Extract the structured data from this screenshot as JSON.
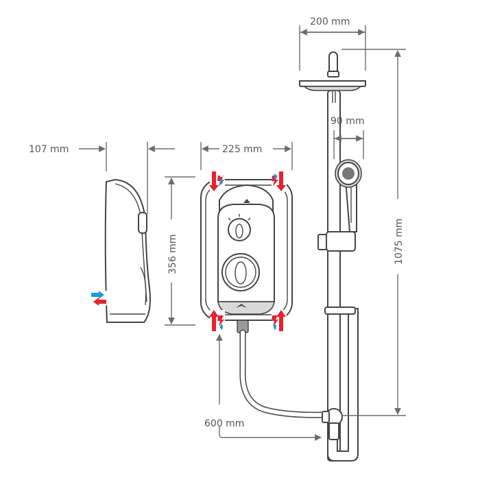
{
  "dimensions": {
    "head_width": "200 mm",
    "handset_width": "90 mm",
    "depth": "107 mm",
    "unit_width": "225 mm",
    "unit_height": "356 mm",
    "rail_height": "1075 mm",
    "hose_length": "600 mm"
  },
  "colors": {
    "inlet_red": "#e3232f",
    "inlet_blue": "#1f9ad6",
    "line": "#444444",
    "dimension": "#6b6b6b",
    "panel_grey": "#d9d9d9"
  },
  "icons": {
    "inlet": "electric-water-inlet-icon",
    "droplet": "water-droplet-icon",
    "bolt": "lightning-bolt-icon"
  }
}
